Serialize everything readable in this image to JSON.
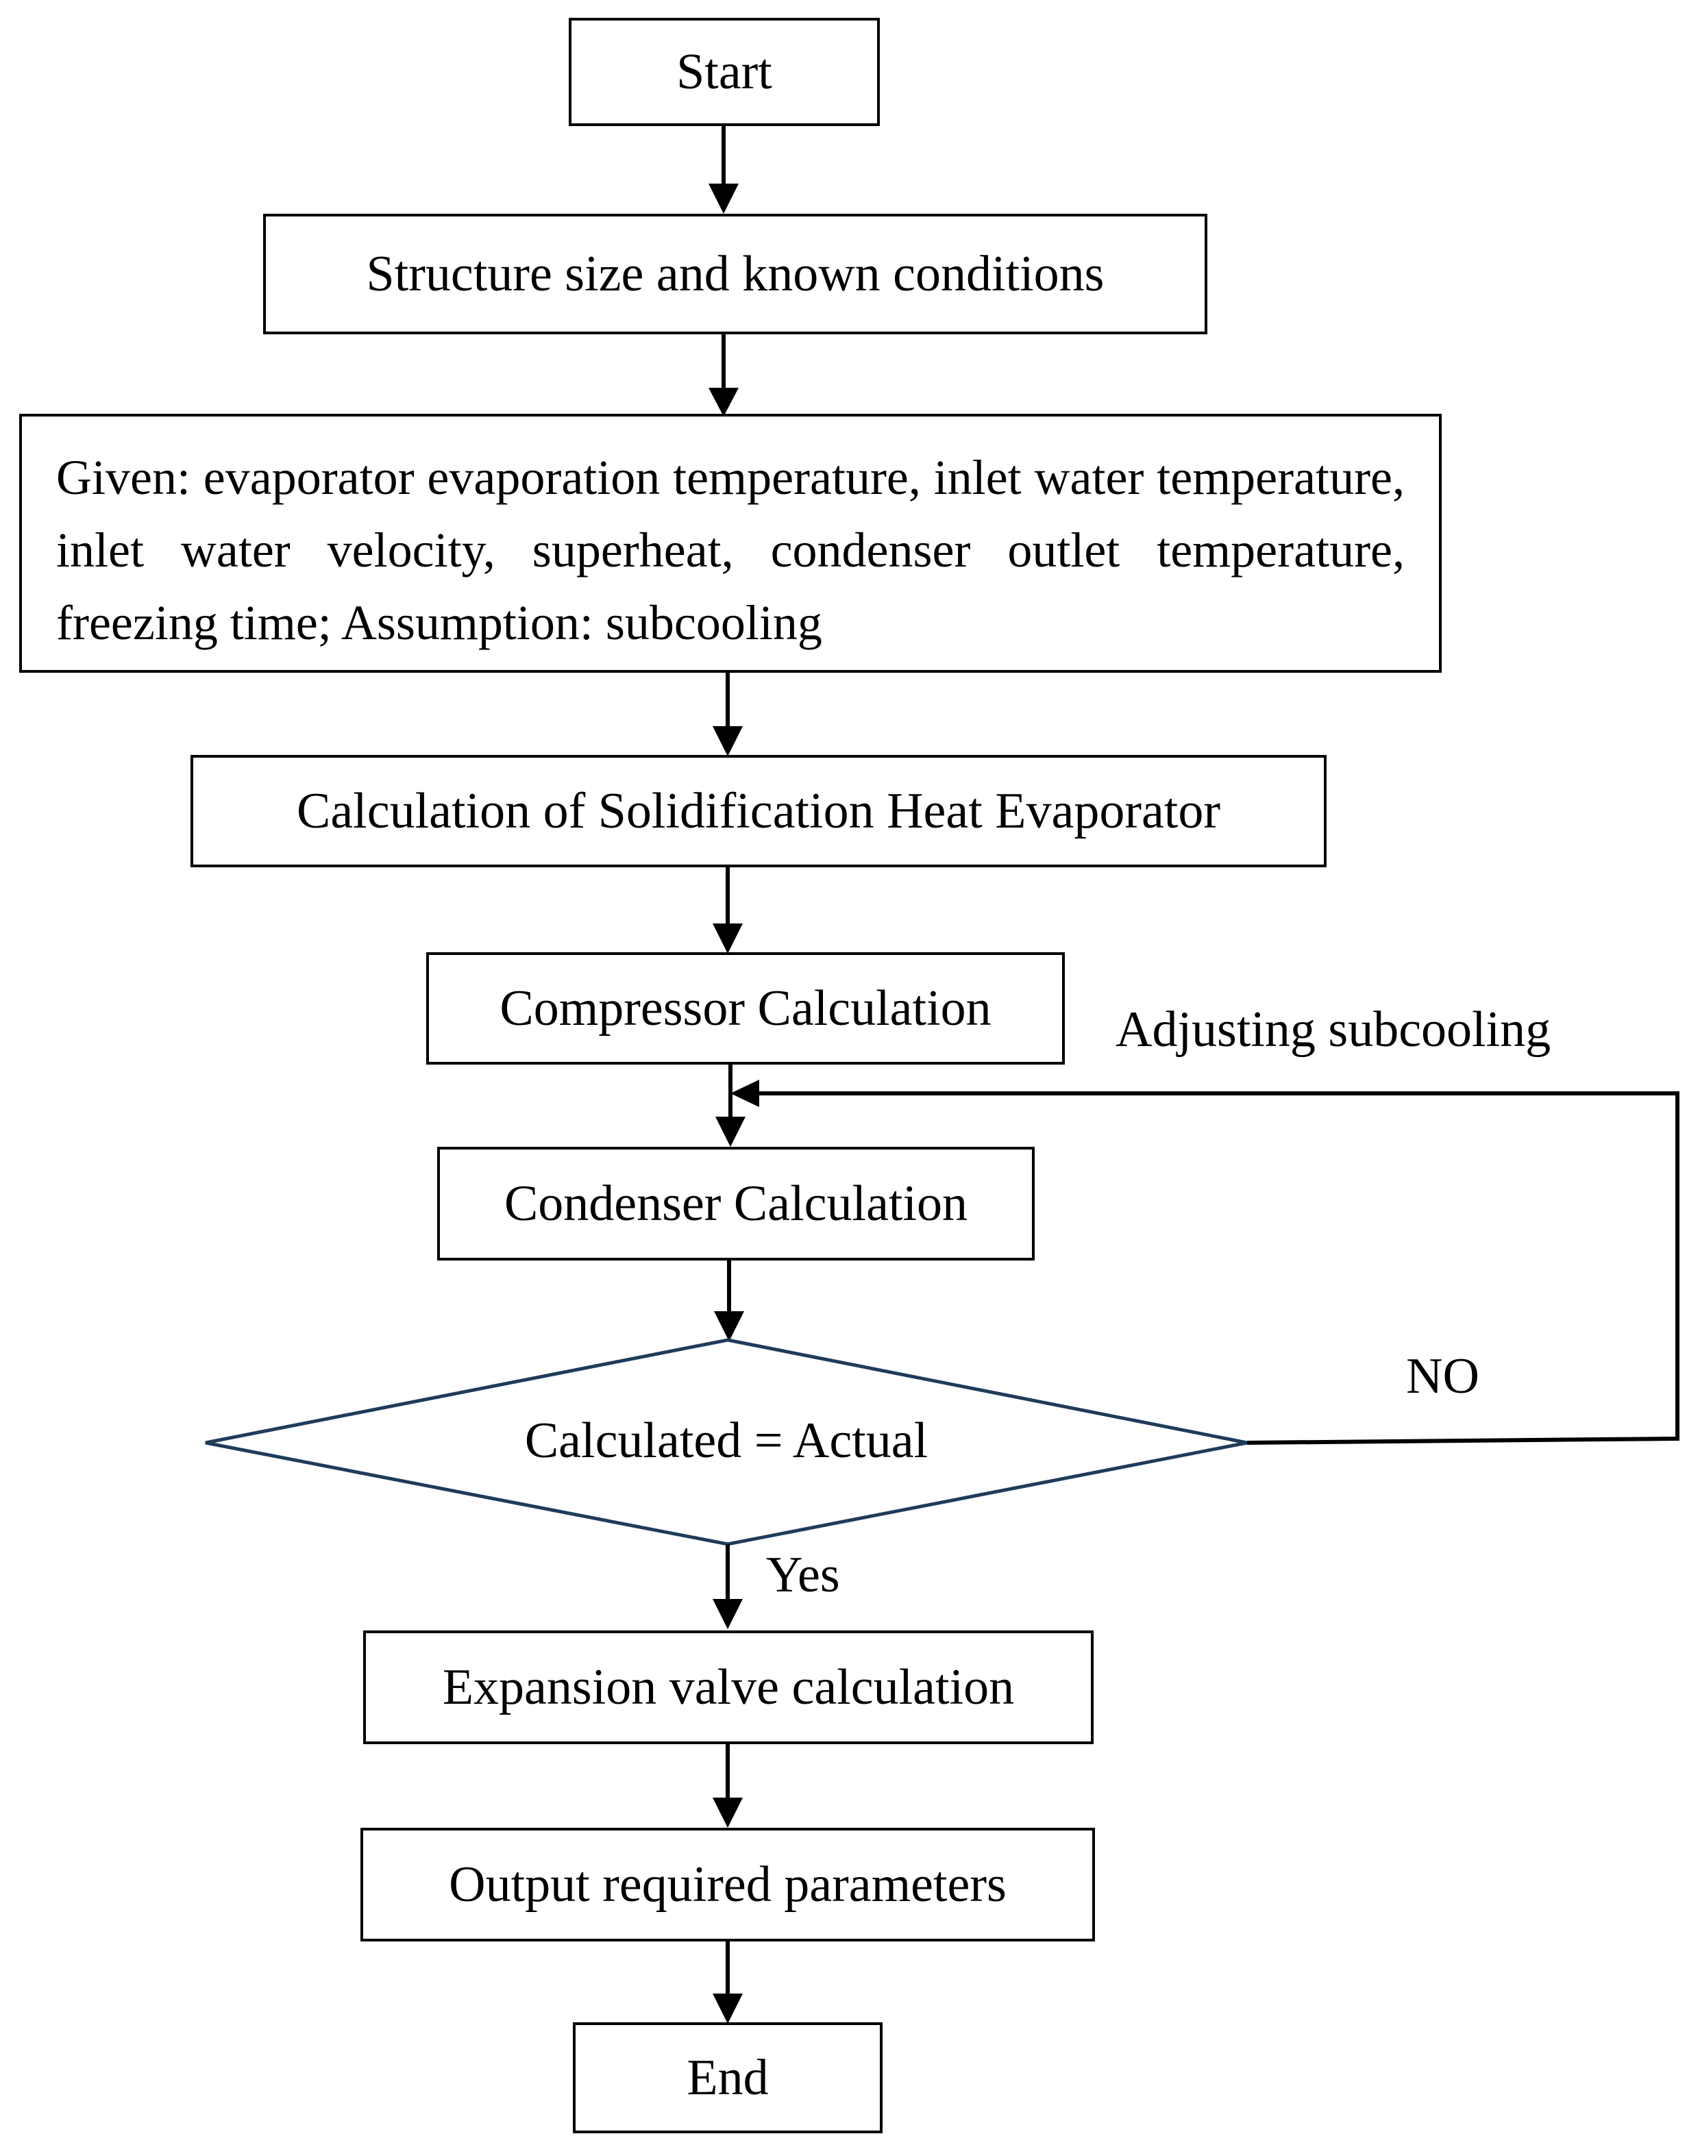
{
  "flowchart": {
    "start": "Start",
    "structure": "Structure size and known conditions",
    "given": "Given: evaporator evaporation temperature, inlet water temperature, inlet water velocity, superheat, condenser outlet temperature, freezing time; Assumption: subcooling",
    "solidification": "Calculation of Solidification Heat Evaporator",
    "compressor": "Compressor Calculation",
    "condenser": "Condenser Calculation",
    "decision": "Calculated = Actual",
    "expansion": "Expansion valve calculation",
    "output": "Output required parameters",
    "end": "End",
    "adjust_label": "Adjusting subcooling",
    "no_label": "NO",
    "yes_label": "Yes"
  },
  "colors": {
    "decision_outline": "#1f3b5c",
    "box_border": "#000000",
    "arrow": "#000000"
  }
}
